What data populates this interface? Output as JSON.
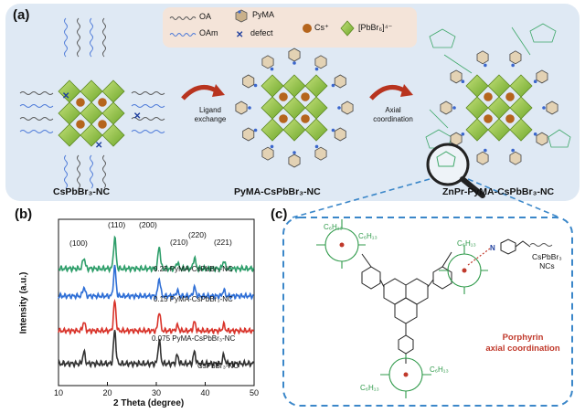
{
  "panel_a": {
    "tag": "(a)",
    "legend": {
      "oa": "OA",
      "oam": "OAm",
      "pyma": "PyMA",
      "defect": "defect",
      "cs": "Cs⁺",
      "pbbr": "[PbBr₆]⁴⁻"
    },
    "arrow1": [
      "Ligand",
      "exchange"
    ],
    "arrow2": [
      "Axial",
      "coordination"
    ],
    "captions": {
      "left": "CsPbBr₃-NC",
      "middle": "PyMA-CsPbBr₃-NC",
      "right": "ZnPr-PyMA-CsPbBr₃-NC"
    }
  },
  "panel_b": {
    "tag": "(b)",
    "xlabel": "2 Theta (degree)",
    "ylabel": "Intensity (a.u.)",
    "peaks": [
      "(100)",
      "(110)",
      "(200)",
      "(210)",
      "(220)",
      "(221)"
    ],
    "series_labels": [
      "0.25 PyMA-CsPbBr₃-NC",
      "0.15 PyMA-CsPbBr₃-NC",
      "0.075 PyMA-CsPbBr₃-NC",
      "CsPbBr₃-NC"
    ]
  },
  "panel_c": {
    "tag": "(c)",
    "label_red": [
      "Porphyrin",
      "axial coordination"
    ],
    "nc_label": [
      "CsPbBr₃",
      "NCs"
    ],
    "sub_c6": "C₆H₁₃"
  },
  "chart_data": {
    "type": "line",
    "xlabel": "2 Theta (degree)",
    "ylabel": "Intensity (a.u.)",
    "xlim": [
      10,
      50
    ],
    "xticks": [
      10,
      20,
      30,
      40,
      50
    ],
    "series": [
      {
        "name": "0.25 PyMA-CsPbBr₃-NC",
        "color": "#2e9e6a",
        "peaks": [
          [
            15.2,
            0.35
          ],
          [
            21.5,
            1.0
          ],
          [
            30.6,
            0.7
          ],
          [
            34.3,
            0.2
          ],
          [
            37.8,
            0.35
          ],
          [
            43.8,
            0.25
          ]
        ]
      },
      {
        "name": "0.15 PyMA-CsPbBr₃-NC",
        "color": "#2f6fd6",
        "peaks": [
          [
            15.2,
            0.3
          ],
          [
            21.5,
            1.0
          ],
          [
            30.6,
            0.6
          ],
          [
            34.3,
            0.18
          ],
          [
            37.8,
            0.3
          ],
          [
            43.8,
            0.2
          ]
        ]
      },
      {
        "name": "0.075 PyMA-CsPbBr₃-NC",
        "color": "#d9342b",
        "peaks": [
          [
            15.2,
            0.3
          ],
          [
            21.5,
            1.0
          ],
          [
            30.6,
            0.65
          ],
          [
            34.3,
            0.18
          ],
          [
            37.8,
            0.3
          ],
          [
            43.8,
            0.2
          ]
        ]
      },
      {
        "name": "CsPbBr₃-NC",
        "color": "#333333",
        "peaks": [
          [
            15.2,
            0.35
          ],
          [
            21.5,
            1.0
          ],
          [
            30.6,
            0.7
          ],
          [
            34.3,
            0.25
          ],
          [
            37.8,
            0.35
          ],
          [
            43.8,
            0.25
          ]
        ]
      }
    ]
  },
  "colors": {
    "panel_a_bg": "#dde8f3",
    "octahedron": "#9ccc45",
    "cs_ion": "#b5651d",
    "oam_blue": "#4a78d8",
    "arrow_red": "#b8341f",
    "dash_blue": "#3b87c9"
  },
  "icons": [
    "magnifier-icon",
    "curved-arrow-icon"
  ]
}
